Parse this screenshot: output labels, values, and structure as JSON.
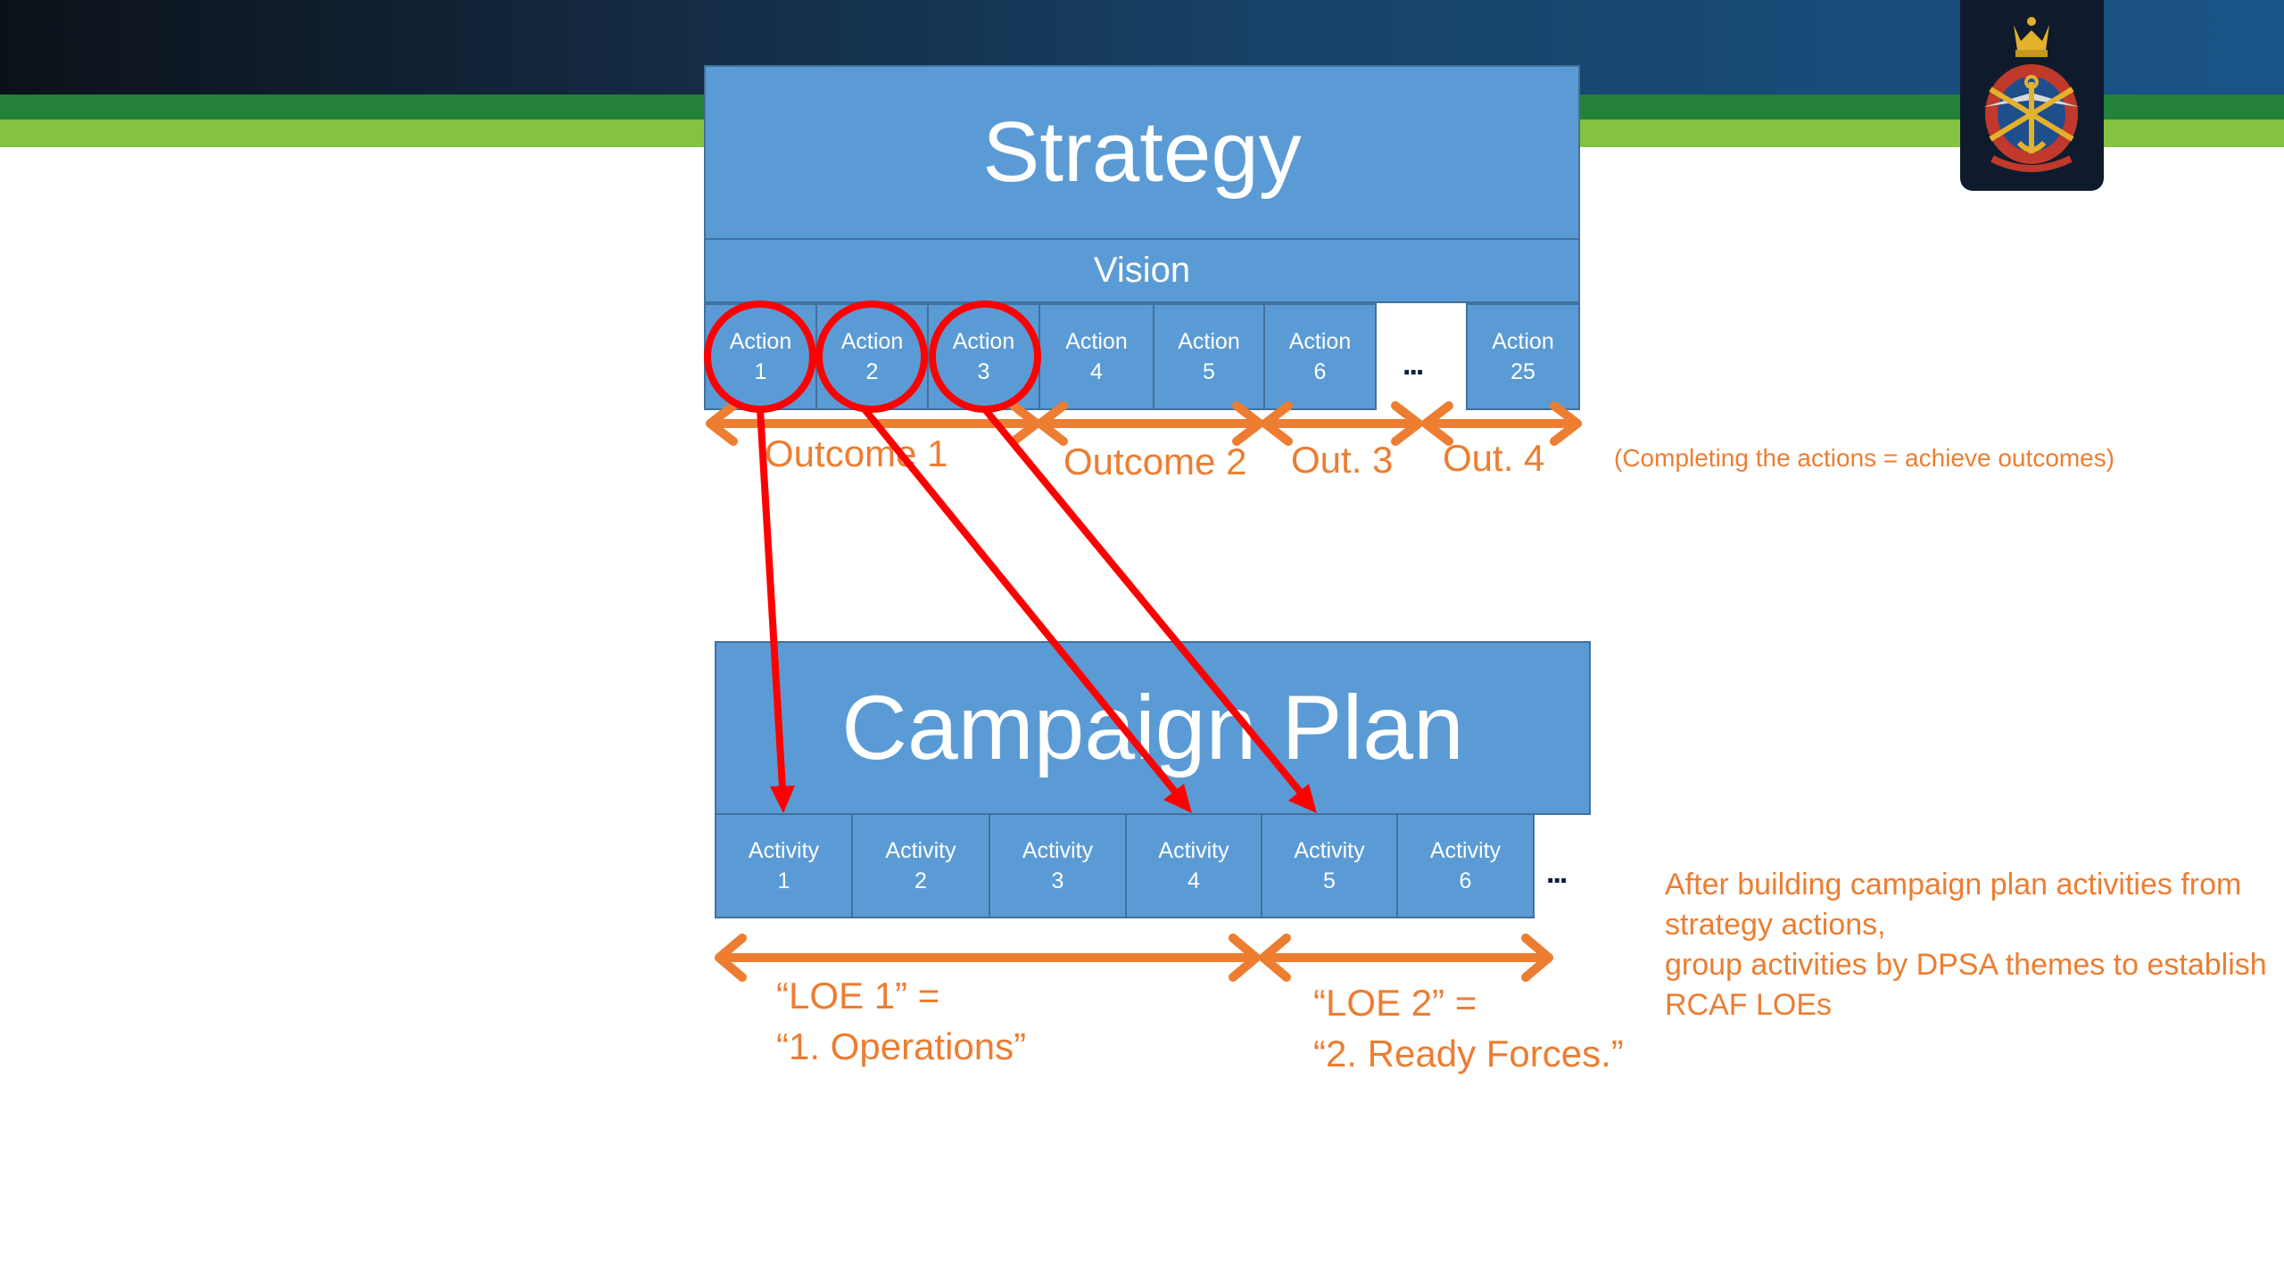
{
  "strategy": {
    "title": "Strategy",
    "vision": "Vision",
    "actions": [
      {
        "line1": "Action",
        "line2": "1"
      },
      {
        "line1": "Action",
        "line2": "2"
      },
      {
        "line1": "Action",
        "line2": "3"
      },
      {
        "line1": "Action",
        "line2": "4"
      },
      {
        "line1": "Action",
        "line2": "5"
      },
      {
        "line1": "Action",
        "line2": "6"
      },
      {
        "line1": "",
        "line2": "..."
      },
      {
        "line1": "Action",
        "line2": "25"
      }
    ],
    "highlighted_actions": [
      "1",
      "2",
      "3"
    ]
  },
  "outcomes": [
    "Outcome 1",
    "Outcome 2",
    "Out. 3",
    "Out. 4"
  ],
  "outcome_note": "(Completing the actions = achieve outcomes)",
  "campaign": {
    "title": "Campaign Plan",
    "activities": [
      {
        "line1": "Activity",
        "line2": "1"
      },
      {
        "line1": "Activity",
        "line2": "2"
      },
      {
        "line1": "Activity",
        "line2": "3"
      },
      {
        "line1": "Activity",
        "line2": "4"
      },
      {
        "line1": "Activity",
        "line2": "5"
      },
      {
        "line1": "Activity",
        "line2": "6"
      }
    ],
    "ellipsis": "..."
  },
  "loes": [
    {
      "text": "“LOE 1” =\n“1. Operations”"
    },
    {
      "text": "“LOE 2” =\n“2. Ready Forces.”"
    }
  ],
  "activity_note": [
    "After building campaign plan activities from",
    "strategy actions,",
    "group activities by DPSA themes to establish",
    "RCAF LOEs"
  ],
  "mappings": [
    {
      "action": "1",
      "activity": "1"
    },
    {
      "action": "2",
      "activity": "4"
    },
    {
      "action": "3",
      "activity": "5"
    }
  ],
  "colors": {
    "box_fill": "#5b9bd5",
    "box_border": "#41719c",
    "accent_orange": "#ed7d31",
    "highlight_red": "#ff0000",
    "header_navy": "#174166",
    "header_green": "#23813a",
    "header_lime": "#84c341"
  },
  "icons": {
    "emblem": "rcaf-crest-icon"
  }
}
